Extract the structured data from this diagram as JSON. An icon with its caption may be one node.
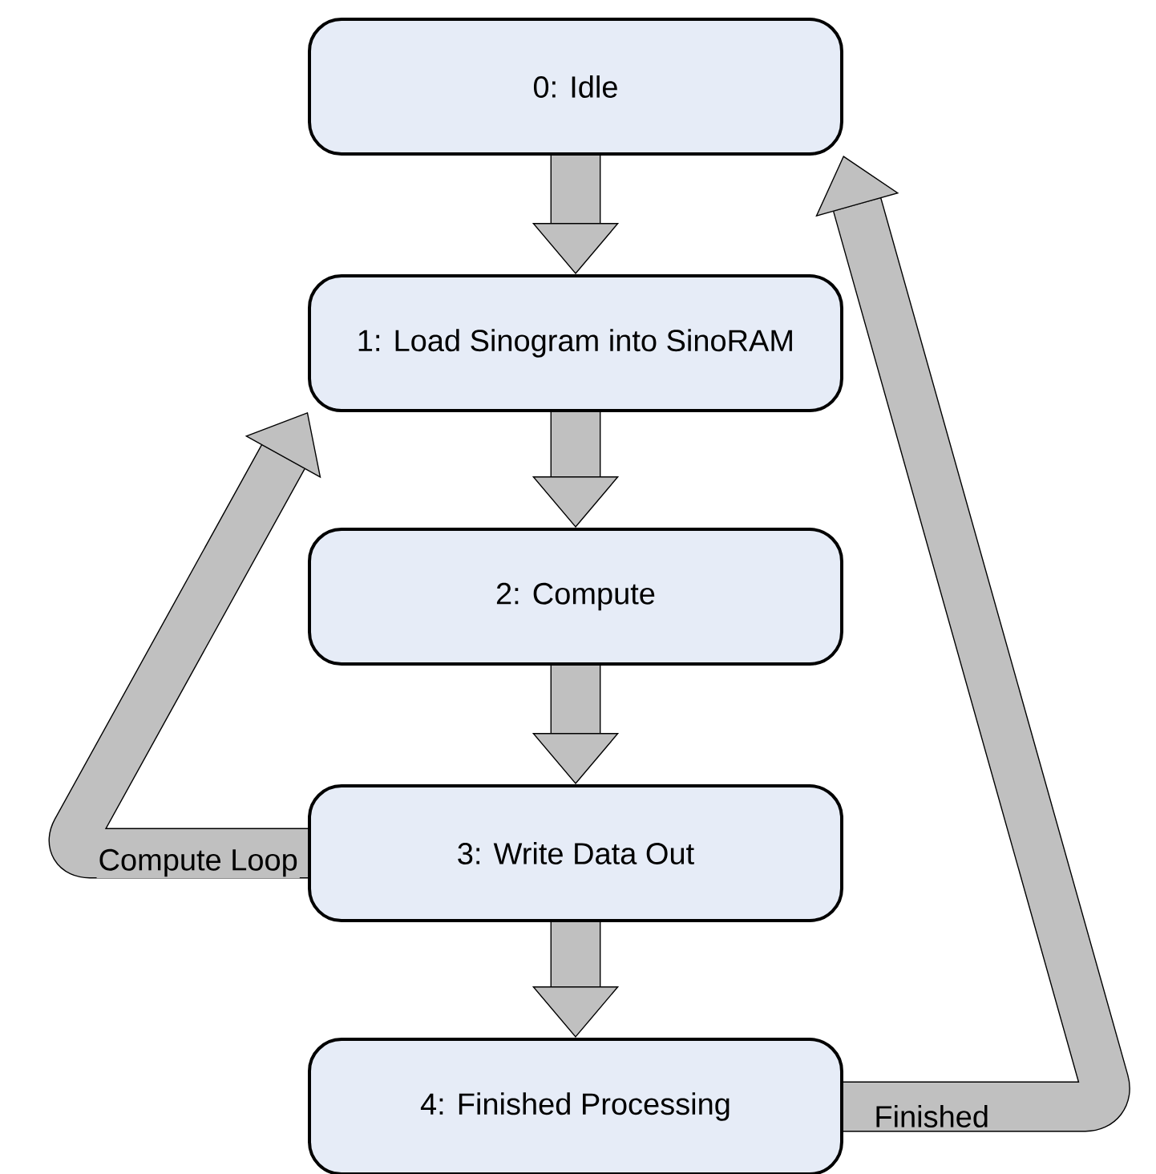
{
  "diagram": {
    "nodes": [
      {
        "text": [
          "0: Idle"
        ]
      },
      {
        "text": [
          "1: Load Sinogram into SinoRAM"
        ]
      },
      {
        "text": [
          "2: Compute"
        ]
      },
      {
        "text": [
          "3: Write Data Out"
        ]
      },
      {
        "text": [
          "4: Finished Processing"
        ]
      }
    ],
    "edges": [
      {
        "from": 0,
        "to": 1,
        "arrow": "to"
      },
      {
        "from": 1,
        "to": 2,
        "arrow": "to"
      },
      {
        "from": 2,
        "to": 3,
        "arrow": "to"
      },
      {
        "from": 3,
        "to": 4,
        "arrow": "to"
      },
      {
        "from": 3,
        "to": 1,
        "arrow": "to",
        "label": "Compute Loop"
      },
      {
        "from": 4,
        "to": 0,
        "arrow": "to",
        "label": "Finished"
      }
    ]
  }
}
